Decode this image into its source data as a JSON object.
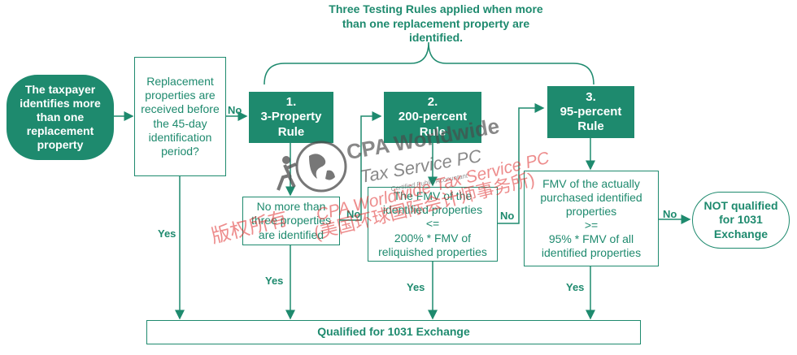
{
  "diagram": {
    "title": "Three Testing Rules applied when more than one replacement property are identified.",
    "start": "The taxpayer identifies more than one replacement property",
    "decision_45day": "Replacement properties are received before the 45-day identification period?",
    "rule1": "1.\n3-Property\nRule",
    "rule2": "2.\n200-percent\nRule",
    "rule3": "3.\n95-percent\nRule",
    "check1": "No more than three properties are identified",
    "check2": "The FMV of the identified properties\n<=\n200% * FMV of reliquished properties",
    "check3": "FMV of the actually purchased identified properties\n>=\n95% * FMV of all identified properties",
    "not_qualified": "NOT qualified for 1031 Exchange",
    "qualified": "Qualified for 1031 Exchange",
    "label_no": "No",
    "label_yes": "Yes"
  },
  "watermark": {
    "brand_line1": "CPA Worldwide",
    "brand_line2": "Tax Service PC",
    "brand_line3": "Certified Public Accountant",
    "overlay_en": "CPA Worldwide Tax Service PC",
    "overlay_cn1": "版权所有",
    "overlay_cn2": "(美国环球国际会计师事务所)"
  },
  "colors": {
    "primary": "#1e8a6e",
    "watermark": "#e03030",
    "logo": "#4a4a4a"
  }
}
